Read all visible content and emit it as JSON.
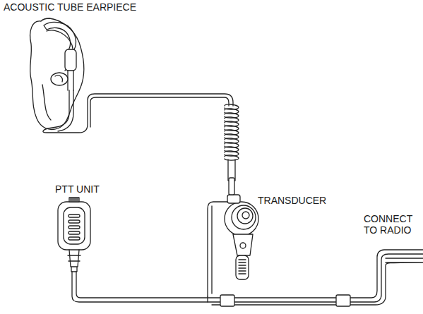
{
  "diagram": {
    "labels": [
      "ACOUSTIC TUBE EARPIECE",
      "PTT UNIT",
      "TRANSDUCER",
      "CONNECT TO RADIO"
    ]
  }
}
